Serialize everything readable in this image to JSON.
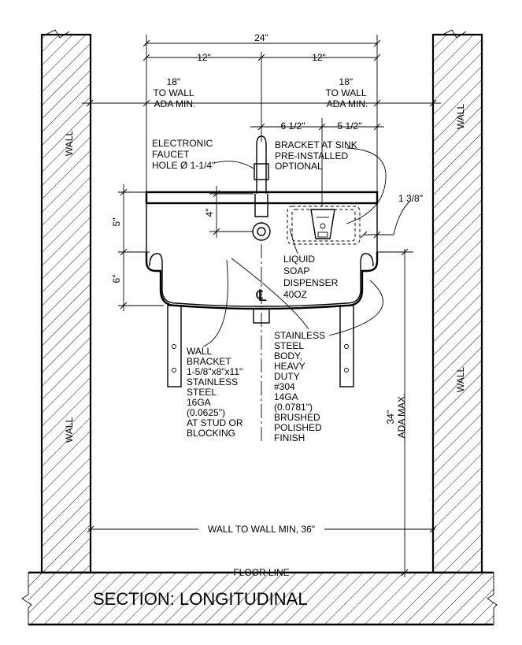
{
  "title": "SECTION: LONGITUDINAL",
  "wall_label": "WALL",
  "dimensions": {
    "overall_width": "24\"",
    "half_left": "12\"",
    "half_right": "12\"",
    "to_wall_left": [
      "18\"",
      "TO WALL",
      "ADA MIN."
    ],
    "to_wall_right": [
      "18\"",
      "TO WALL",
      "ADA MIN."
    ],
    "faucet_offset": "6 1/2\"",
    "bracket_offset": "5 1/2\"",
    "edge_offset": "1 3/8\"",
    "faucet_height": "4\"",
    "upper_height": "5\"",
    "lower_height": "6\"",
    "ada_height": [
      "34\"",
      "ADA MAX."
    ],
    "wall_to_wall": "WALL TO WALL MIN, 36\""
  },
  "notes": {
    "faucet": [
      "ELECTRONIC",
      "FAUCET",
      "HOLE Ø 1-1/4\""
    ],
    "bracket_sink": [
      "BRACKET AT SINK",
      "PRE-INSTALLED",
      "OPTIONAL"
    ],
    "soap": [
      "LIQUID",
      "SOAP",
      "DISPENSER",
      "40OZ"
    ],
    "body": [
      "STAINLESS",
      "STEEL",
      "BODY,",
      "HEAVY",
      "DUTY",
      "#304",
      "14GA",
      "(0.0781\")",
      "BRUSHED",
      "POLISHED",
      "FINISH"
    ],
    "wall_bracket": [
      "WALL",
      "BRACKET",
      "1-5/8\"x8\"x11\"",
      "STAINLESS",
      "STEEL",
      "16GA",
      "(0.0625\")",
      "AT STUD OR",
      "BLOCKING"
    ]
  },
  "floor_line": "FLOOR LINE",
  "centerline_symbol": "℄"
}
